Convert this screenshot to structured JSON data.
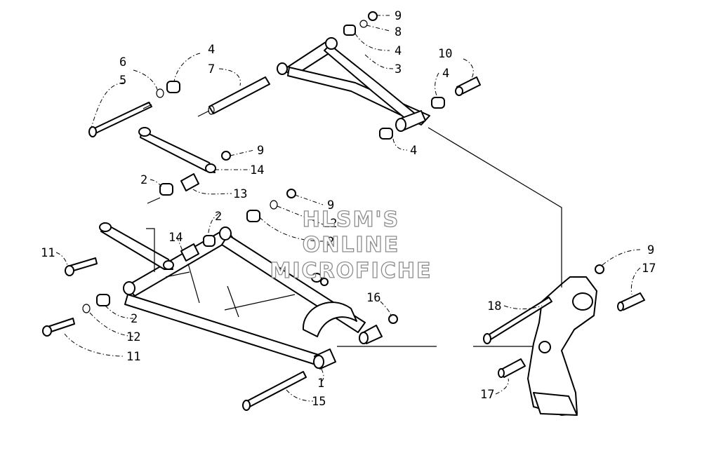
{
  "watermark": {
    "line1": "HLSM'S",
    "line2": "ONLINE",
    "line3": "MICROFICHE"
  },
  "callouts": {
    "c9a": "9",
    "c8": "8",
    "c4a": "4",
    "c3": "3",
    "c10": "10",
    "c4b": "4",
    "c4c": "4",
    "c6": "6",
    "c5": "5",
    "c4d": "4",
    "c7": "7",
    "c9b": "9",
    "c14a": "14",
    "c2a": "2",
    "c13": "13",
    "c9c": "9",
    "c12a": "12",
    "c2b": "2",
    "c2c": "2",
    "c14b": "14",
    "c11a": "11",
    "c2d": "2",
    "c12b": "12",
    "c11b": "11",
    "c16": "16",
    "c1": "1",
    "c15": "15",
    "c9d": "9",
    "c17a": "17",
    "c18": "18",
    "c17b": "17"
  }
}
